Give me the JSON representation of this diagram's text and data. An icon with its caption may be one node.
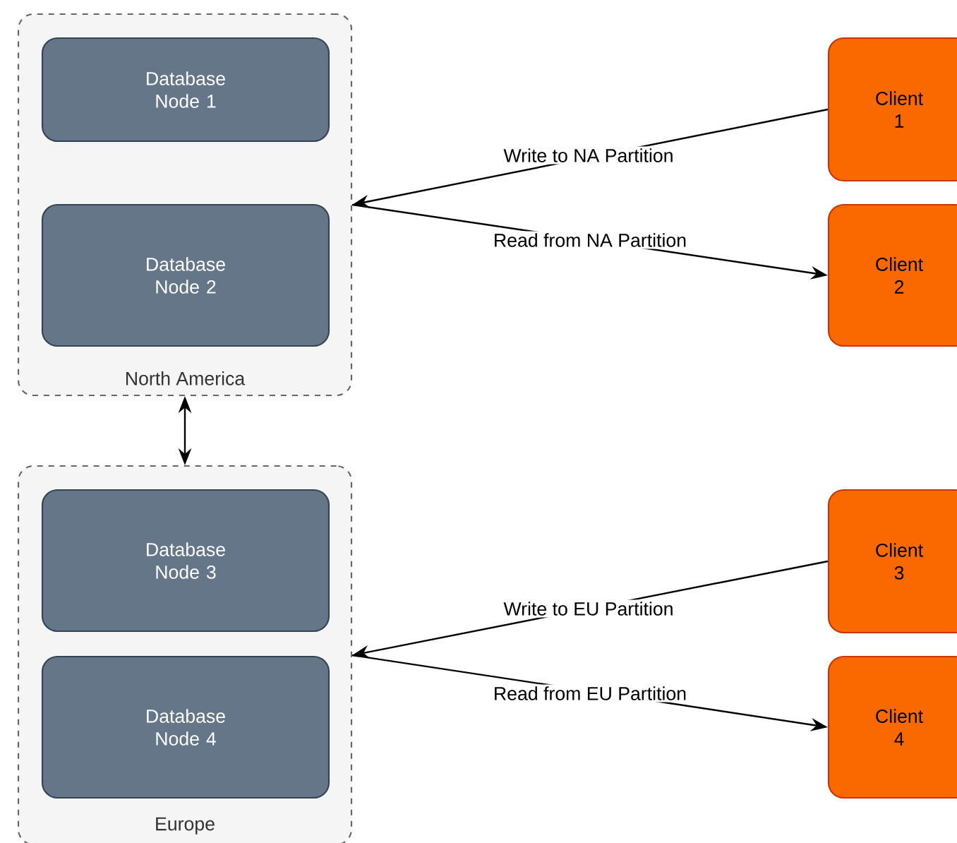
{
  "diagram": {
    "nodes": [
      {
        "text": [
          "North America"
        ]
      },
      {
        "text": [
          "Database Node 1"
        ],
        "in": 0
      },
      {
        "text": [
          "Database Node 2"
        ],
        "in": 0
      },
      {
        "text": [
          "Europe"
        ]
      },
      {
        "text": [
          "Database Node 3"
        ],
        "in": 3
      },
      {
        "text": [
          "Database Node 4"
        ],
        "in": 3
      },
      {
        "text": [
          "Client 1"
        ]
      },
      {
        "text": [
          "Client 2"
        ]
      },
      {
        "text": [
          "Client 3"
        ]
      },
      {
        "text": [
          "Client 4"
        ]
      }
    ],
    "edges": [
      {
        "from": 6,
        "to": 0,
        "arrow": "to",
        "label": "Write to NA Partition"
      },
      {
        "from": 0,
        "to": 7,
        "arrow": "to",
        "label": "Read from NA Partition"
      },
      {
        "from": 0,
        "to": 3,
        "arrow": "both"
      },
      {
        "from": 8,
        "to": 3,
        "arrow": "to",
        "label": "Write to EU Partition"
      },
      {
        "from": 3,
        "to": 9,
        "arrow": "to",
        "label": "Read from EU Partition"
      }
    ]
  }
}
